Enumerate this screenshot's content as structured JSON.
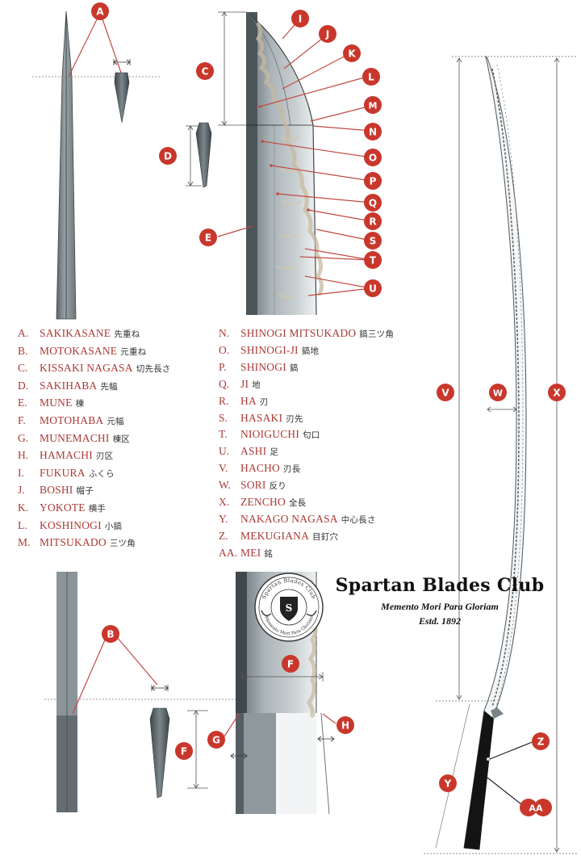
{
  "legend_left": [
    {
      "letter": "A.",
      "name": "SAKIKASANE",
      "jp": "先重ね"
    },
    {
      "letter": "B.",
      "name": "MOTOKASANE",
      "jp": "元重ね"
    },
    {
      "letter": "C.",
      "name": "KISSAKI NAGASA",
      "jp": "切先長さ"
    },
    {
      "letter": "D.",
      "name": "SAKIHABA",
      "jp": "先幅"
    },
    {
      "letter": "E.",
      "name": "MUNE",
      "jp": "棟"
    },
    {
      "letter": "F.",
      "name": "MOTOHABA",
      "jp": "元幅"
    },
    {
      "letter": "G.",
      "name": "MUNEMACHI",
      "jp": "棟区"
    },
    {
      "letter": "H.",
      "name": "HAMACHI",
      "jp": "刃区"
    },
    {
      "letter": "I.",
      "name": "FUKURA",
      "jp": "ふくら"
    },
    {
      "letter": "J.",
      "name": "BOSHI",
      "jp": "帽子"
    },
    {
      "letter": "K.",
      "name": "YOKOTE",
      "jp": "横手"
    },
    {
      "letter": "L.",
      "name": "KOSHINOGI",
      "jp": "小鎬"
    },
    {
      "letter": "M.",
      "name": "MITSUKADO",
      "jp": "三ツ角"
    }
  ],
  "legend_right": [
    {
      "letter": "N.",
      "name": "SHINOGI MITSUKADO",
      "jp": "鎬三ツ角"
    },
    {
      "letter": "O.",
      "name": "SHINOGI-JI",
      "jp": "鎬地"
    },
    {
      "letter": "P.",
      "name": "SHINOGI",
      "jp": "鎬"
    },
    {
      "letter": "Q.",
      "name": "JI",
      "jp": "地"
    },
    {
      "letter": "R.",
      "name": "HA",
      "jp": "刃"
    },
    {
      "letter": "S.",
      "name": "HASAKI",
      "jp": "刃先"
    },
    {
      "letter": "T.",
      "name": "NIOIGUCHI",
      "jp": "匂口"
    },
    {
      "letter": "U.",
      "name": "ASHI",
      "jp": "足"
    },
    {
      "letter": "V.",
      "name": "HACHO",
      "jp": "刃長"
    },
    {
      "letter": "W.",
      "name": "SORI",
      "jp": "反り"
    },
    {
      "letter": "X.",
      "name": "ZENCHO",
      "jp": "全長"
    },
    {
      "letter": "Y.",
      "name": "NAKAGO NAGASA",
      "jp": "中心長さ"
    },
    {
      "letter": "Z.",
      "name": "MEKUGIANA",
      "jp": "目釘穴"
    },
    {
      "letter": "AA.",
      "name": "MEI",
      "jp": "銘"
    }
  ],
  "badges": {
    "A": "A",
    "B": "B",
    "C": "C",
    "D": "D",
    "E": "E",
    "F": "F",
    "G": "G",
    "H": "H",
    "I": "I",
    "J": "J",
    "K": "K",
    "L": "L",
    "M": "M",
    "N": "N",
    "O": "O",
    "P": "P",
    "Q": "Q",
    "R": "R",
    "S": "S",
    "T": "T",
    "U": "U",
    "V": "V",
    "W": "W",
    "X": "X",
    "Y": "Y",
    "Z": "Z",
    "AA": "AA"
  },
  "club": {
    "name": "Spartan Blades Club",
    "motto": "Memento Mori   Para Gloriam",
    "established": "Estd. 1892"
  },
  "seal": {
    "top_text": "Spartan Blades Club",
    "bottom_text": "Memento Mori  Para Gloriam"
  },
  "colors": {
    "accent": "#c9372c",
    "line": "#c24a44",
    "ink": "#111111",
    "blade_dark": "#4c555a",
    "blade_mid": "#aeb6ba",
    "blade_light": "#e6eaeb"
  }
}
